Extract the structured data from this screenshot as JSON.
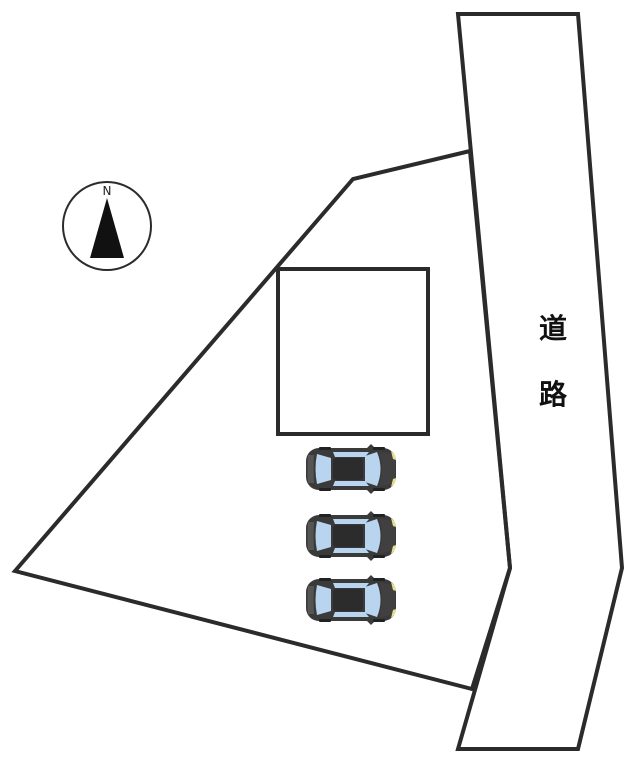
{
  "compass": {
    "label": "N",
    "icon": "north-arrow-icon"
  },
  "road": {
    "label_line1": "道",
    "label_line2": "路"
  },
  "cars": [
    {
      "name": "parking-car-1",
      "icon": "car-top-view-icon"
    },
    {
      "name": "parking-car-2",
      "icon": "car-top-view-icon"
    },
    {
      "name": "parking-car-3",
      "icon": "car-top-view-icon"
    }
  ],
  "colors": {
    "line": "#2b2b2b",
    "car_body": "#3a3a3a",
    "car_glass": "#b8d4ee",
    "headlight": "#e6e089"
  }
}
